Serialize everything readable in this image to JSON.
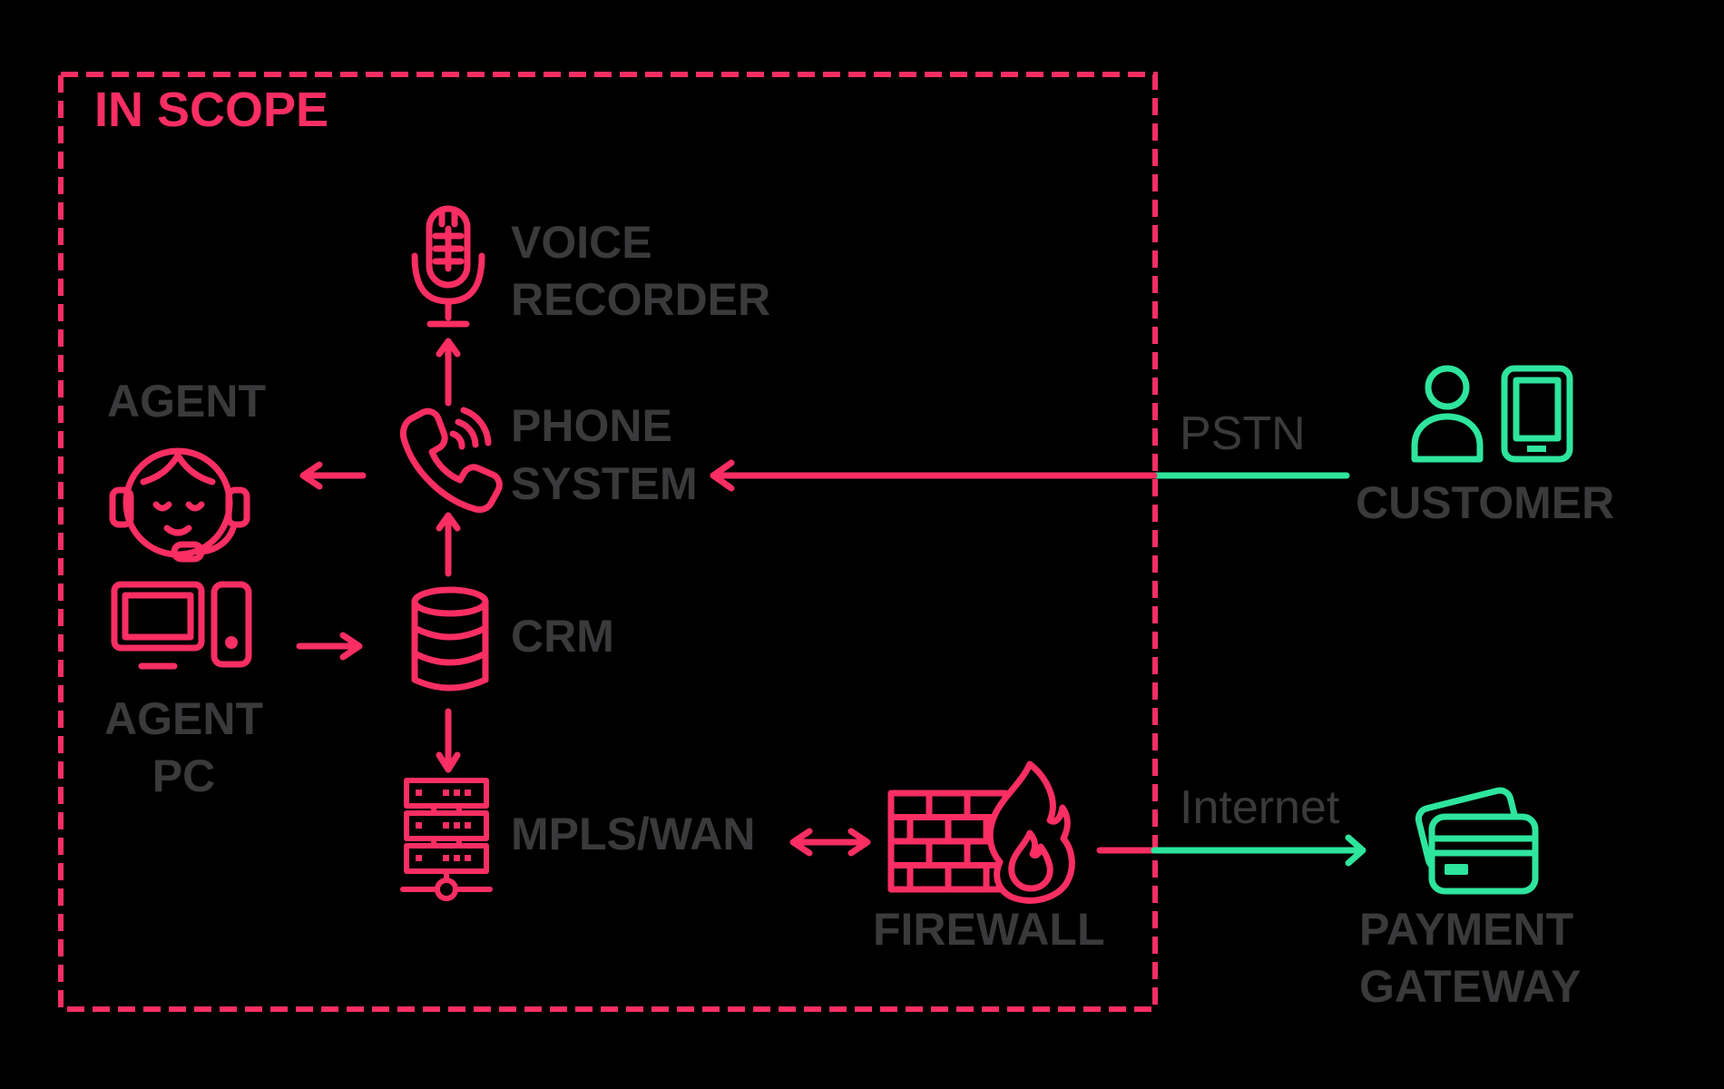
{
  "diagram": {
    "title_area": {
      "scope_box_label": "IN SCOPE"
    },
    "colors": {
      "in_scope_accent": "#FA2E63",
      "external_accent": "#2EE59D",
      "label_text": "#3A3A3C",
      "background": "#000000"
    },
    "nodes": {
      "voice_recorder": {
        "lines": [
          "VOICE",
          "RECORDER"
        ],
        "icon": "microphone-icon",
        "in_scope": true
      },
      "phone_system": {
        "lines": [
          "PHONE",
          "SYSTEM"
        ],
        "icon": "phone-handset-icon",
        "in_scope": true
      },
      "agent": {
        "lines": [
          "AGENT"
        ],
        "icon": "agent-headset-icon",
        "in_scope": true
      },
      "agent_pc": {
        "lines": [
          "AGENT",
          "PC"
        ],
        "icon": "desktop-computer-icon",
        "in_scope": true
      },
      "crm": {
        "lines": [
          "CRM"
        ],
        "icon": "database-icon",
        "in_scope": true
      },
      "mpls_wan": {
        "lines": [
          "MPLS/WAN"
        ],
        "icon": "server-stack-icon",
        "in_scope": true
      },
      "firewall": {
        "lines": [
          "FIREWALL"
        ],
        "icon": "firewall-brick-flame-icon",
        "in_scope": true
      },
      "customer": {
        "lines": [
          "CUSTOMER"
        ],
        "icon": "person-with-tablet-icon",
        "in_scope": false
      },
      "payment_gateway": {
        "lines": [
          "PAYMENT",
          "GATEWAY"
        ],
        "icon": "credit-cards-icon",
        "in_scope": false
      }
    },
    "links": {
      "pstn": {
        "label": "PSTN",
        "from": "customer",
        "to": "phone_system"
      },
      "internet": {
        "label": "Internet",
        "from": "firewall",
        "to": "payment_gateway"
      }
    },
    "arrows": [
      {
        "from": "phone_system",
        "to": "voice_recorder",
        "direction": "up"
      },
      {
        "from": "phone_system",
        "to": "agent",
        "direction": "left"
      },
      {
        "from": "agent_pc",
        "to": "crm",
        "direction": "right"
      },
      {
        "from": "crm",
        "to": "phone_system",
        "direction": "up"
      },
      {
        "from": "crm",
        "to": "mpls_wan",
        "direction": "down"
      },
      {
        "from": "mpls_wan",
        "to": "firewall",
        "direction": "bidirectional"
      }
    ]
  }
}
